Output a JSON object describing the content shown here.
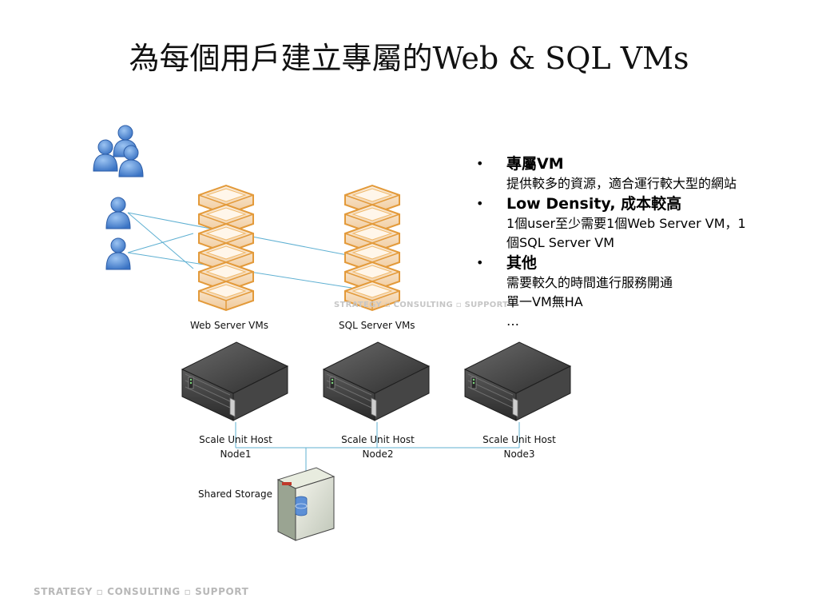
{
  "title": "為每個用戶建立專屬的Web & SQL VMs",
  "bullets": [
    {
      "heading": "專屬VM",
      "lines": [
        "提供較多的資源，適合運行較大型的網站"
      ]
    },
    {
      "heading": "Low Density, 成本較高",
      "lines": [
        "1個user至少需要1個Web Server VM，1",
        "個SQL Server VM"
      ]
    },
    {
      "heading": "其他",
      "lines": [
        "需要較久的時間進行服務開通",
        "單一VM無HA",
        "…"
      ]
    }
  ],
  "labels": {
    "web_vms": "Web Server VMs",
    "sql_vms": "SQL Server VMs",
    "node1_a": "Scale Unit Host",
    "node1_b": "Node1",
    "node2_a": "Scale Unit Host",
    "node2_b": "Node2",
    "node3_a": "Scale Unit Host",
    "node3_b": "Node3",
    "storage": "Shared Storage"
  },
  "footer": "STRATEGY  ▫  CONSULTING  ▫  SUPPORT",
  "watermark": "STRATEGY  ▫  CONSULTING  ▫  SUPPORT",
  "colors": {
    "user": "#4a86d4",
    "vm_fill": "#f3dfc0",
    "vm_stroke": "#e8a040",
    "server": "#3c3c3c",
    "line": "#5fb0d2"
  }
}
